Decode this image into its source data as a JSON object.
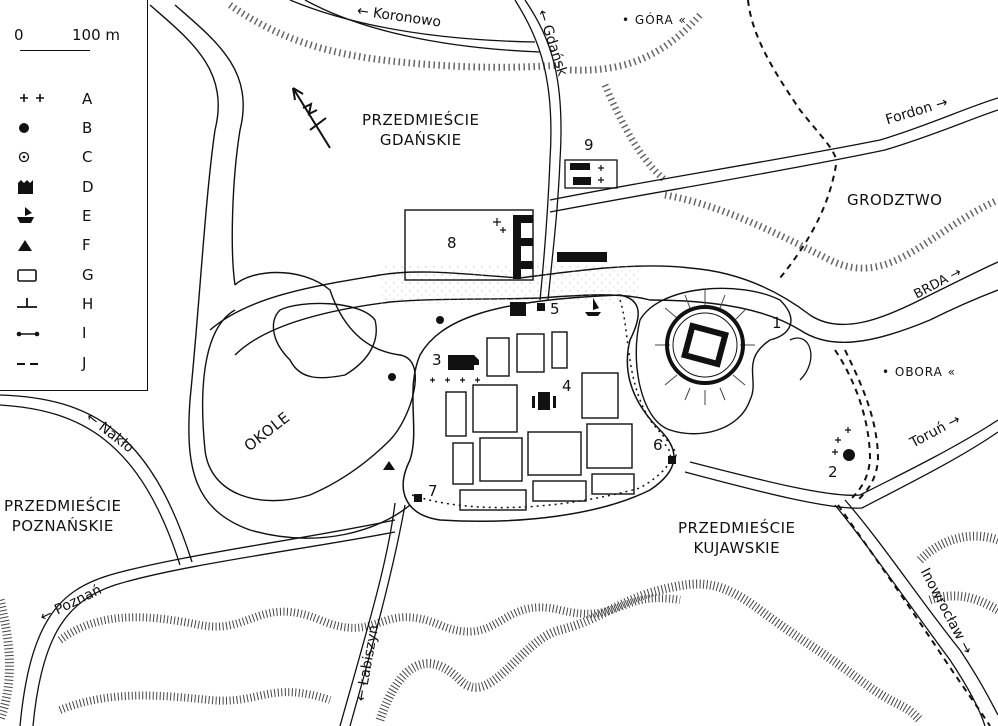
{
  "legend": {
    "scale": {
      "zero": "0",
      "distance": "100 m"
    },
    "items": [
      {
        "key": "A",
        "symbol": "crosses-icon"
      },
      {
        "key": "B",
        "symbol": "filled-dot-icon"
      },
      {
        "key": "C",
        "symbol": "circled-dot-icon"
      },
      {
        "key": "D",
        "symbol": "crenellated-building-icon"
      },
      {
        "key": "E",
        "symbol": "ship-icon"
      },
      {
        "key": "F",
        "symbol": "triangle-icon"
      },
      {
        "key": "G",
        "symbol": "rectangle-icon"
      },
      {
        "key": "H",
        "symbol": "t-bar-icon"
      },
      {
        "key": "I",
        "symbol": "dot-line-dot-icon"
      },
      {
        "key": "J",
        "symbol": "dashed-line-icon"
      }
    ]
  },
  "districts": {
    "gdanskie": {
      "line1": "PRZEDMIEŚCIE",
      "line2": "GDAŃSKIE"
    },
    "poznanskie": {
      "line1": "PRZEDMIEŚCIE",
      "line2": "POZNAŃSKIE"
    },
    "kujawskie": {
      "line1": "PRZEDMIEŚCIE",
      "line2": "KUJAWSKIE"
    },
    "grodztwo": "GRODZTWO",
    "okole": "OKOLE",
    "gora": "• GÓRA «",
    "obora": "• OBORA «"
  },
  "river": "BRDA →",
  "roads": {
    "koronowo": "← Koronowo",
    "gdansk": "← Gdańsk",
    "fordon": "Fordon →",
    "torun": "Toruń →",
    "inowroclaw": "Inowrocław →",
    "labiszyn": "← Łabiszyn",
    "poznan": "← Poznań",
    "naklo": "← Nakło"
  },
  "numbers": [
    "1",
    "2",
    "3",
    "4",
    "5",
    "6",
    "7",
    "8",
    "9"
  ],
  "colors": {
    "ink": "#111111",
    "paper": "#ffffff",
    "hatch": "#555555"
  }
}
